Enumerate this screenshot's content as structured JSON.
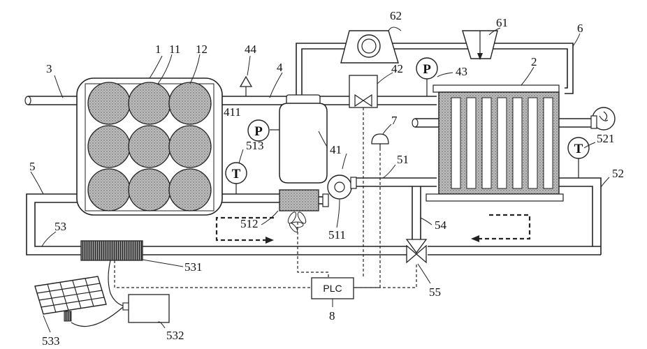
{
  "labels": {
    "n1": "1",
    "n11": "11",
    "n12": "12",
    "n2": "2",
    "n3": "3",
    "n4": "4",
    "n5": "5",
    "n6": "6",
    "n7": "7",
    "n8": "8",
    "n41": "41",
    "n42": "42",
    "n43": "43",
    "n44": "44",
    "n51": "51",
    "n52": "52",
    "n53": "53",
    "n54": "54",
    "n55": "55",
    "n61": "61",
    "n62": "62",
    "n411": "411",
    "n511": "511",
    "n512": "512",
    "n513": "513",
    "n521": "521",
    "n531": "531",
    "n532": "532",
    "n533": "533"
  },
  "gauges": {
    "pressure_symbol": "P",
    "temperature_symbol": "T"
  },
  "controller": {
    "label": "PLC"
  }
}
